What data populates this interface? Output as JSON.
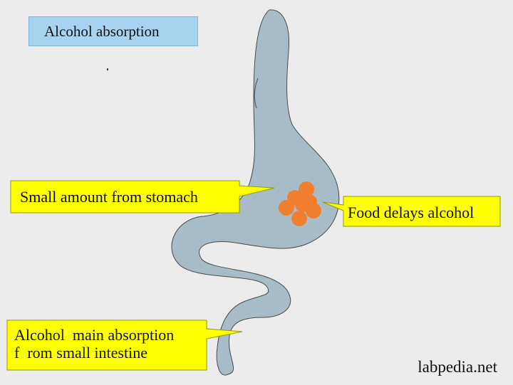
{
  "title": "Alcohol absorption",
  "callouts": {
    "stomach": "Small amount from stomach",
    "food": "Food delays alcohol",
    "intestine_line1": "Alcohol  main absorption",
    "intestine_line2": "f  rom small intestine"
  },
  "watermark": "labpedia.net",
  "colors": {
    "background": "#ececec",
    "title_box": "#a6d3ef",
    "organ_fill": "#a8bcc7",
    "callout_fill": "#ffff00",
    "food_particles": "#f08030"
  }
}
